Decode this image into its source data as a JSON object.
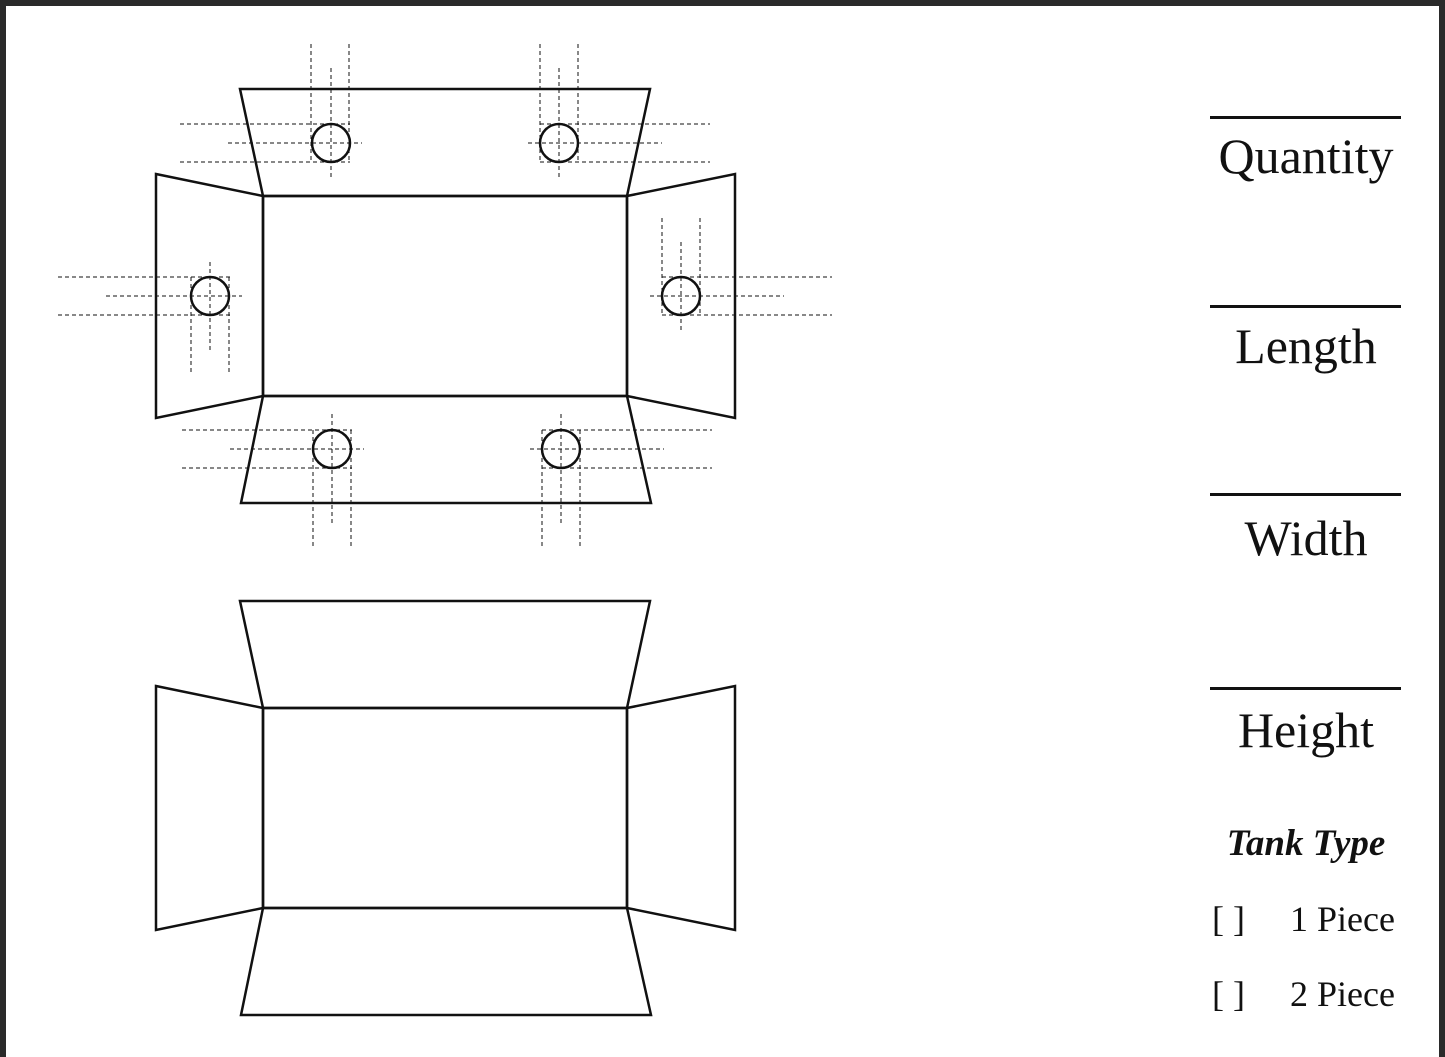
{
  "fields": {
    "quantity": "Quantity",
    "length": "Length",
    "width": "Width",
    "height": "Height"
  },
  "tank_type": {
    "title": "Tank Type",
    "checkbox_glyph": "[   ]",
    "options": [
      {
        "label": "1 Piece"
      },
      {
        "label": "2 Piece"
      }
    ]
  },
  "colors": {
    "ink": "#111111",
    "frame": "#2a2a2a"
  }
}
